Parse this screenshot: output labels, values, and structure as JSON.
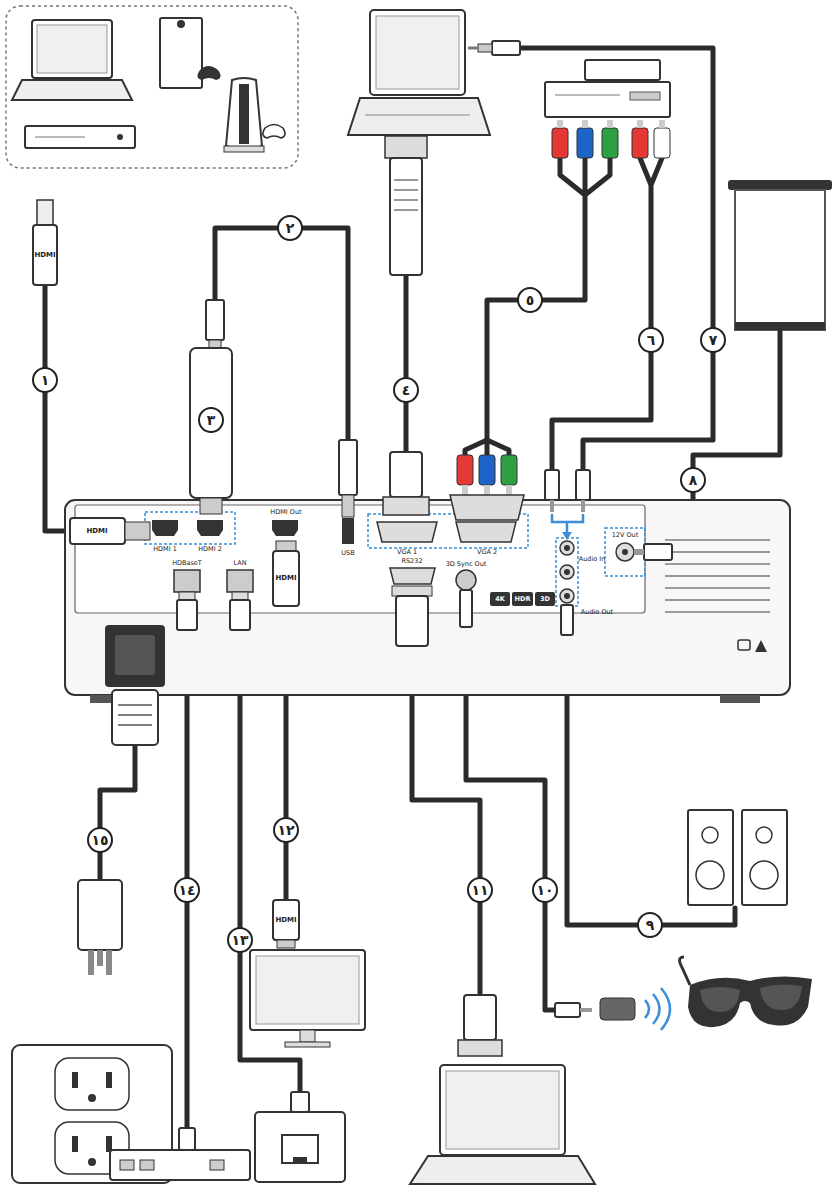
{
  "diagram": {
    "labels": [
      "١",
      "٢",
      "٣",
      "٤",
      "٥",
      "٦",
      "٧",
      "٨",
      "٩",
      "١٠",
      "١١",
      "١٢",
      "١٣",
      "١٤",
      "١٥",
      "HDMI",
      "HDMI",
      "HDMI 1",
      "HDMI 2",
      "HDMI Out",
      "USB",
      "VGA 1",
      "VGA 2",
      "HDBaseT",
      "LAN",
      "RS232",
      "3D Sync Out",
      "Audio In",
      "Audio Out",
      "12V Out",
      "4K",
      "HDR",
      "3D",
      "HDMI",
      "HDMI"
    ]
  }
}
